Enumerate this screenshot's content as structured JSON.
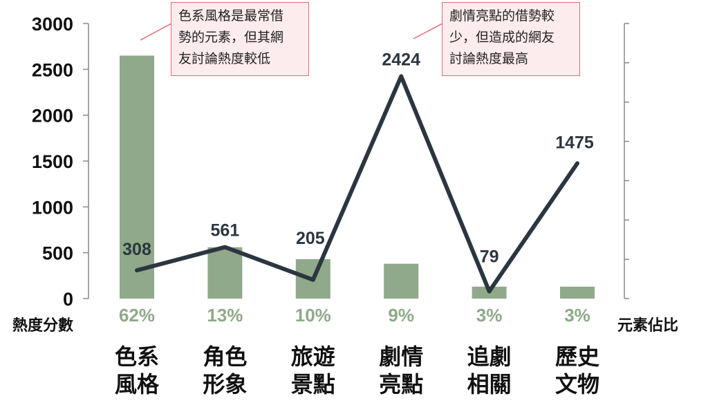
{
  "chart_data": {
    "type": "bar",
    "categories": [
      [
        "色系",
        "風格"
      ],
      [
        "角色",
        "形象"
      ],
      [
        "旅遊",
        "景點"
      ],
      [
        "劇情",
        "亮點"
      ],
      [
        "追劇",
        "相關"
      ],
      [
        "歷史",
        "文物"
      ]
    ],
    "left_axis": {
      "ticks": [
        0,
        500,
        1000,
        1500,
        2000,
        2500,
        3000
      ],
      "ylim": [
        0,
        3000
      ],
      "title": "熱度分數"
    },
    "right_axis": {
      "title": "元素佔比"
    },
    "series": [
      {
        "kind": "bar",
        "values": [
          2650,
          560,
          430,
          380,
          130,
          130
        ],
        "labels": [
          "62%",
          "13%",
          "10%",
          "9%",
          "3%",
          "3%"
        ]
      },
      {
        "kind": "line",
        "values": [
          308,
          561,
          205,
          2424,
          79,
          1475
        ],
        "labels": [
          "308",
          "561",
          "205",
          "2424",
          "79",
          "1475"
        ]
      }
    ],
    "colors": {
      "bar": "#8fa98a",
      "line": "#2b3640",
      "pct_text": "#8fa98a",
      "note_bg": "#fdecee",
      "note_border": "#e06a72"
    },
    "annotations": [
      {
        "category_index": 0,
        "lines": [
          "色系風格是最常借",
          "勢的元素，但其網",
          "友討論熱度較低"
        ]
      },
      {
        "category_index": 3,
        "lines": [
          "劇情亮點的借勢較",
          "少，但造成的網友",
          "討論熱度最高"
        ]
      }
    ]
  }
}
